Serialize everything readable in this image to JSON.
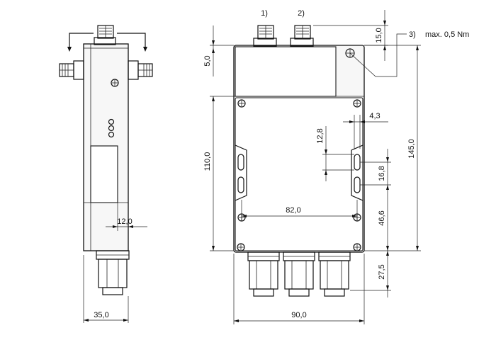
{
  "dimensions": {
    "side_width": "35,0",
    "side_depth_offset": "12,0",
    "front_width": "90,0",
    "front_height_total": "145,0",
    "front_height_lower": "110,0",
    "top_step": "5,0",
    "connector_height": "15,0",
    "hole_spacing": "82,0",
    "slot_offset": "4,3",
    "slot_length": "12,8",
    "slot_pitch": "16,8",
    "lower_section": "46,6",
    "gland_height": "27,5"
  },
  "callouts": {
    "connector_1": "1)",
    "connector_2": "2)",
    "torque_ref": "3)",
    "torque_value": "max. 0,5 Nm"
  }
}
